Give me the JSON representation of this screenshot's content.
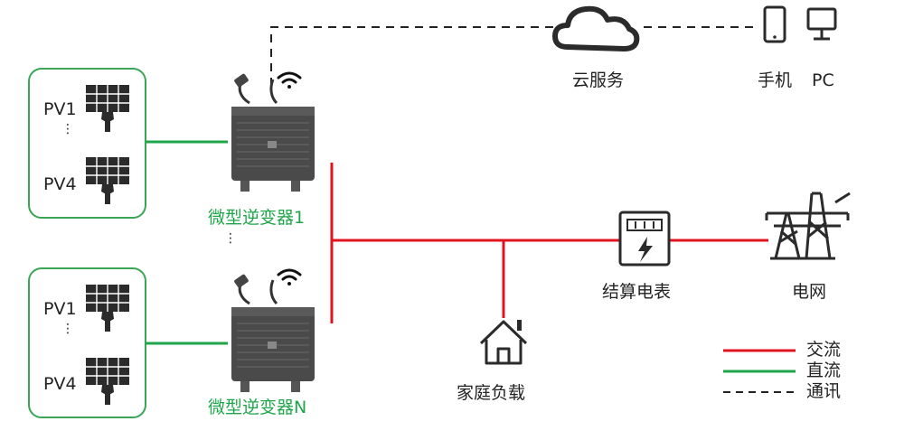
{
  "colors": {
    "ac_line": "#e0141e",
    "dc_line": "#1fa64a",
    "comm_line": "#222222",
    "group_border": "#3aa655",
    "inverter_body": "#4a4a4a"
  },
  "groups": [
    {
      "pv_top": "PV1",
      "pv_bottom": "PV4",
      "ellipsis": "⋮"
    },
    {
      "pv_top": "PV1",
      "pv_bottom": "PV4",
      "ellipsis": "⋮"
    }
  ],
  "inverters": [
    {
      "label": "微型逆变器1"
    },
    {
      "label": "微型逆变器N"
    }
  ],
  "inverter_ellipsis": "⋮",
  "cloud": {
    "label": "云服务",
    "icon": "cloud-icon"
  },
  "devices": {
    "phone_label": "手机",
    "pc_label": "PC"
  },
  "home": {
    "label": "家庭负载",
    "icon": "house-icon"
  },
  "meter": {
    "label": "结算电表",
    "icon": "meter-icon"
  },
  "grid": {
    "label": "电网",
    "icon": "power-tower-icon"
  },
  "legend": {
    "ac": "交流",
    "dc": "直流",
    "comm": "通讯"
  }
}
